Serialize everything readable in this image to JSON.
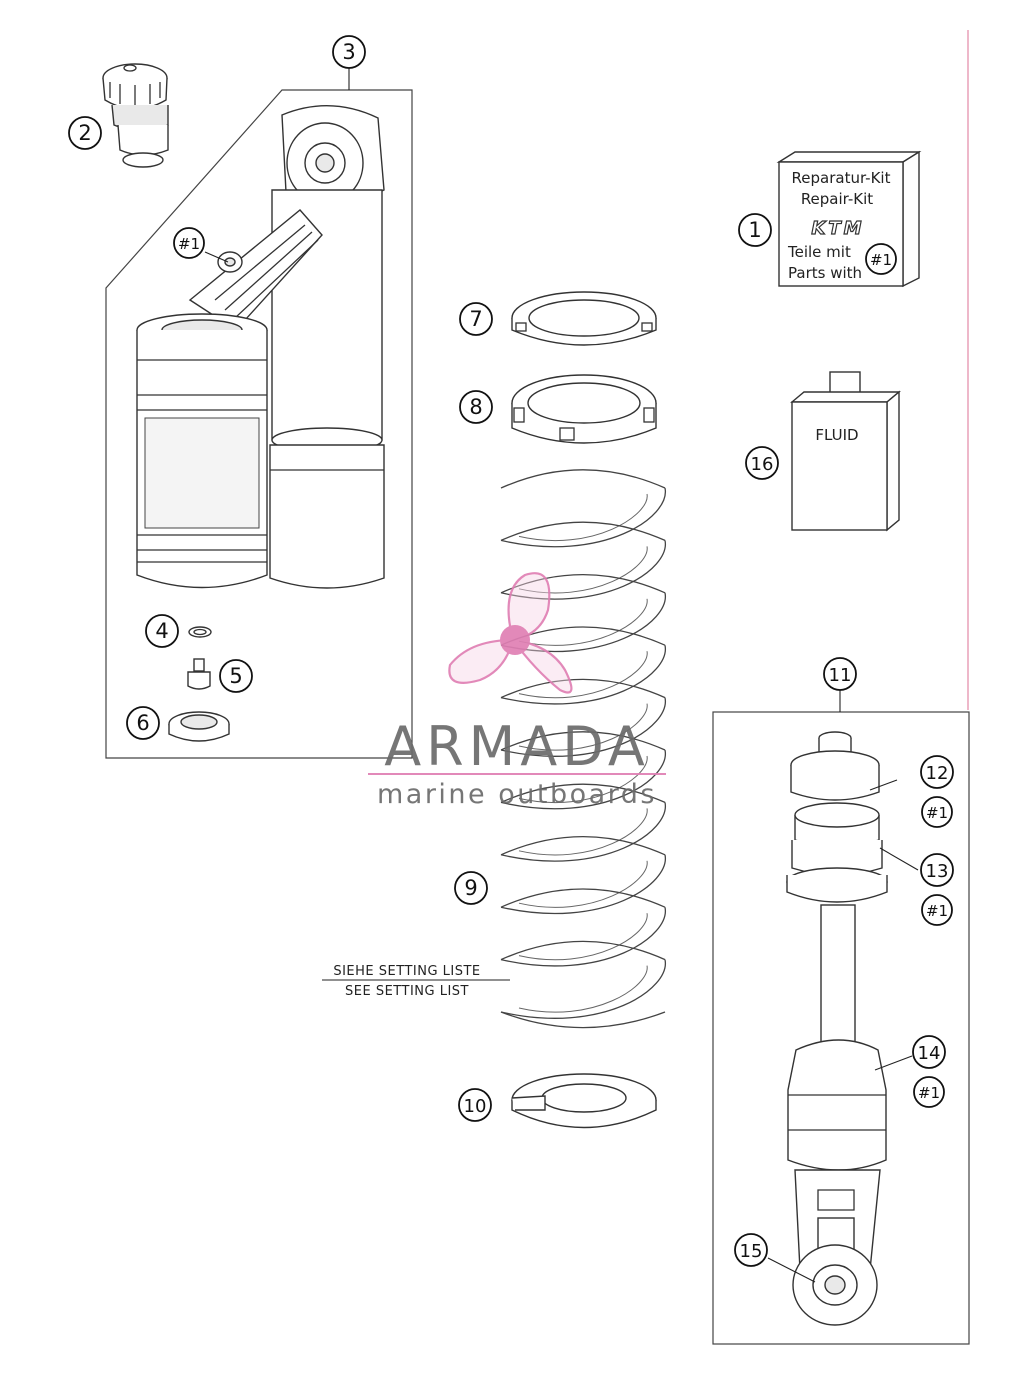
{
  "callouts": {
    "c1": "1",
    "c2": "2",
    "c3": "3",
    "c4": "4",
    "c5": "5",
    "c6": "6",
    "c7": "7",
    "c8": "8",
    "c9": "9",
    "c10": "10",
    "c11": "11",
    "c12": "12",
    "c13": "13",
    "c14": "14",
    "c15": "15",
    "c16": "16"
  },
  "kit_marker": "#1",
  "repair_kit": {
    "line1": "Reparatur-Kit",
    "line2": "Repair-Kit",
    "brand": "KTM",
    "line3": "Teile mit",
    "line4": "Parts with"
  },
  "fluid_label": "FLUID",
  "spring_note": {
    "german": "SIEHE SETTING LISTE",
    "english": "SEE SETTING LIST"
  },
  "watermark": {
    "brand": "ARMADA",
    "tagline": "marine outboards",
    "accent_color": "#e07fb4",
    "text_color": "#6b6b6b"
  }
}
